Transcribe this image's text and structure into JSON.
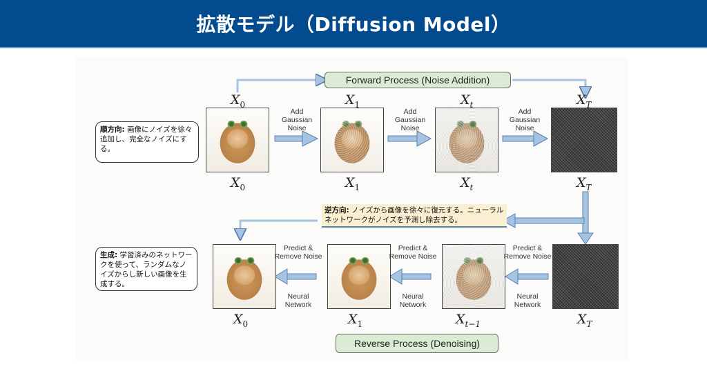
{
  "header": {
    "title": "拡散モデル（Diffusion Model）"
  },
  "colors": {
    "header_bg": "#034b8f",
    "arrow_fill": "#a7c3e4",
    "arrow_stroke": "#5a7fae",
    "process_box": "#dcebd3",
    "reverse_note_bg": "#fbefd2"
  },
  "forward": {
    "process_label": "Forward Process (Noise Addition)",
    "note_bold": "順方向:",
    "note_text": " 画像にノイズを徐々追加し、完全なノイズにする。",
    "step_label": [
      "Add",
      "Gaussian",
      "Noise"
    ],
    "frames": [
      {
        "top": "X",
        "top_sub": "0",
        "bottom": "X",
        "bottom_sub": "0"
      },
      {
        "top": "X",
        "top_sub": "1",
        "bottom": "X",
        "bottom_sub": "1"
      },
      {
        "top": "X",
        "top_sub": "t",
        "bottom": "X",
        "bottom_sub": "t"
      },
      {
        "top": "X",
        "top_sub": "T",
        "bottom": "X",
        "bottom_sub": "T"
      }
    ]
  },
  "reverse": {
    "process_label": "Reverse Process (Denoising)",
    "note_bold": "逆方向:",
    "note_text": " ノイズから画像を徐々に復元する。ニューラルネットワークがノイズを予測し除去する。",
    "step_top": [
      "Predict &",
      "Remove Noise"
    ],
    "step_bottom": [
      "Neural",
      "Network"
    ],
    "frames": [
      {
        "label": "X",
        "sub": "0"
      },
      {
        "label": "X",
        "sub": "1"
      },
      {
        "label": "X",
        "sub": "t−1"
      },
      {
        "label": "X",
        "sub": "T"
      }
    ]
  },
  "generation": {
    "note_bold": "生成:",
    "note_text": " 学習済みのネットワークを使って、ランダムなノイズからし新しい画像を生成する。"
  }
}
